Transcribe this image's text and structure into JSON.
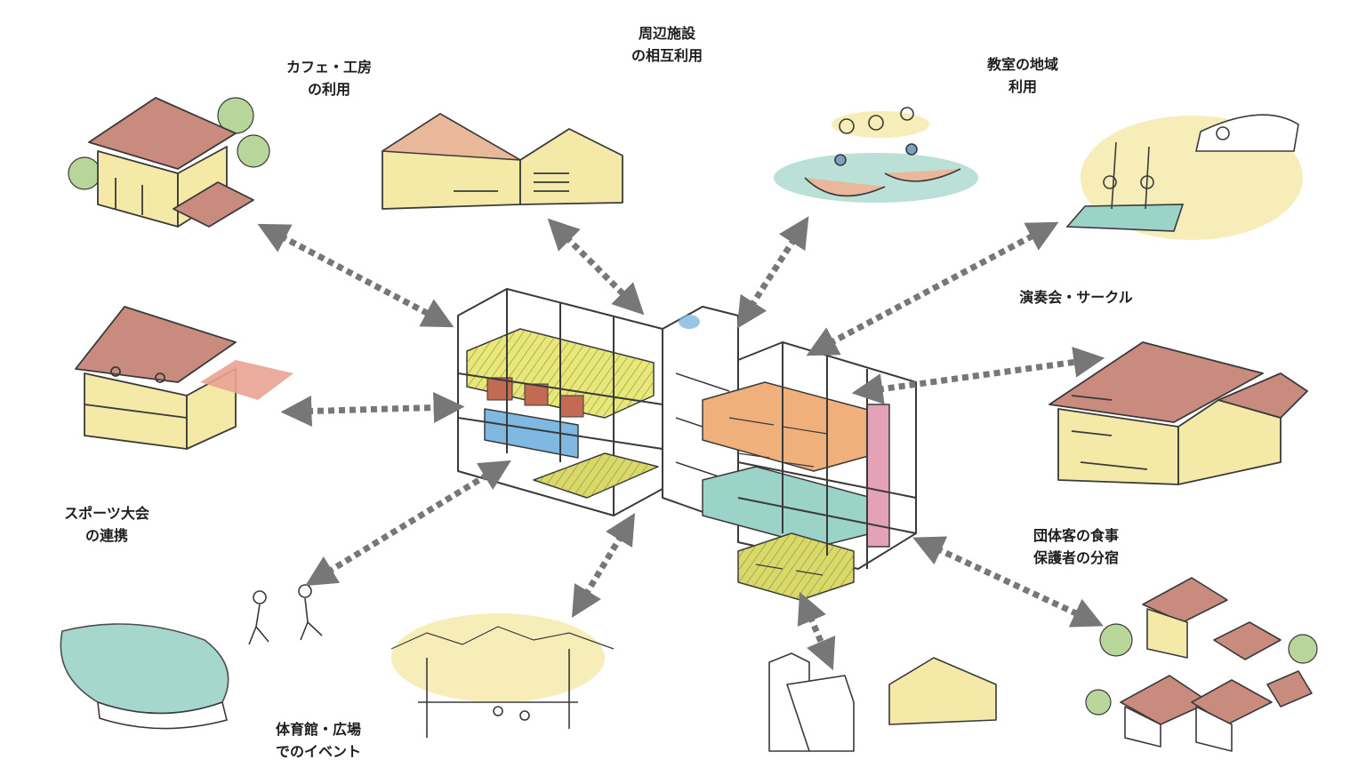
{
  "labels": {
    "cafe": [
      "カフェ・工房",
      "の利用"
    ],
    "facilities": [
      "周辺施設",
      "の相互利用"
    ],
    "classroom": [
      "教室の地域",
      "利用"
    ],
    "concert": [
      "演奏会・サークル"
    ],
    "sports": [
      "スポーツ大会",
      "の連携"
    ],
    "group": [
      "団体客の食事",
      "保護者の分宿"
    ],
    "gym": [
      "体育館・広場",
      "でのイベント"
    ]
  },
  "colors": {
    "arrow": "#777777",
    "ink": "#3a3a3a",
    "yellow": "#f4e9a6",
    "roof": "#c98b7e",
    "green": "#b9d69a",
    "teal": "#9cd3c8",
    "orange": "#efb07c",
    "blue": "#7fb8e0",
    "pink": "#e4a2b6"
  }
}
